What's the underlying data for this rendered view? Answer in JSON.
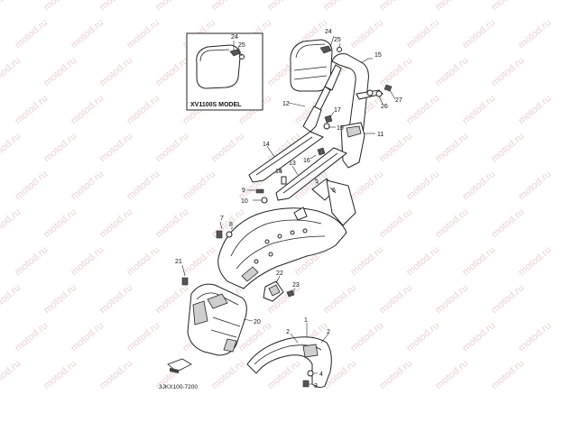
{
  "watermark": "motod.ru",
  "inset_caption": "XV1100S MODEL",
  "diagram_code": "3JKX100-7200",
  "callouts": {
    "c1": "1",
    "c2a": "2",
    "c2b": "2",
    "c3": "3",
    "c4": "4",
    "c5": "5",
    "c6": "6",
    "c7": "7",
    "c8": "8",
    "c9": "9",
    "c10": "10",
    "c11": "11",
    "c12": "12",
    "c13": "13",
    "c14": "14",
    "c15": "15",
    "c16": "16",
    "c17": "17",
    "c18": "18",
    "c19": "19",
    "c20": "20",
    "c21": "21",
    "c22": "22",
    "c23": "23",
    "c24a": "24",
    "c25a": "25",
    "c24b": "24",
    "c25b": "25",
    "c26": "26",
    "c27": "27"
  }
}
